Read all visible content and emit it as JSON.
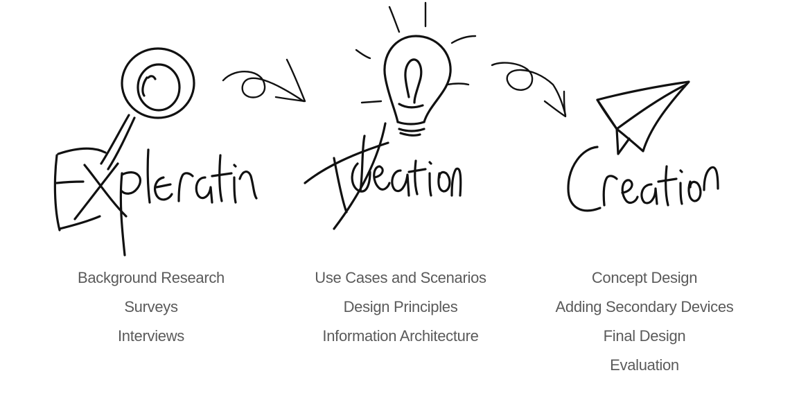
{
  "stages": [
    {
      "title": "Exploration",
      "icon": "magnifying-glass-icon",
      "items": [
        "Background Research",
        "Surveys",
        "Interviews"
      ]
    },
    {
      "title": "Ideation",
      "icon": "light-bulb-icon",
      "items": [
        "Use Cases and Scenarios",
        "Design Principles",
        "Information Architecture"
      ]
    },
    {
      "title": "Creation",
      "icon": "paper-plane-icon",
      "items": [
        "Concept Design",
        "Adding Secondary Devices",
        "Final Design",
        "Evaluation"
      ]
    }
  ],
  "connectors": [
    "curly-arrow-icon",
    "curly-arrow-icon"
  ]
}
